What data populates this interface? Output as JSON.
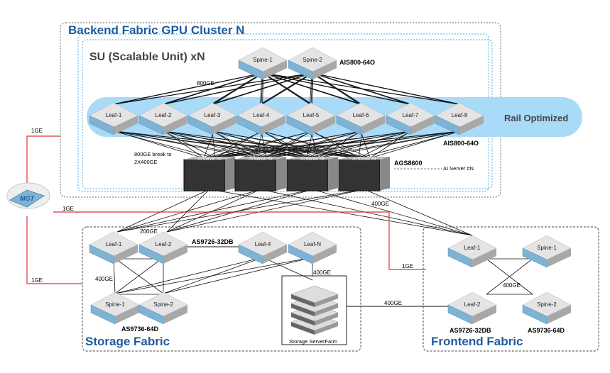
{
  "backend": {
    "title": "Backend Fabric GPU Cluster N",
    "su_title": "SU (Scalable Unit) xN",
    "spines": [
      "Spine-1",
      "Spine-2"
    ],
    "spine_model": "AIS800-64O",
    "spine_link": "800GE",
    "leaves": [
      "Leaf-1",
      "Leaf-2",
      "Leaf-3",
      "Leaf-4",
      "Leaf-5",
      "Leaf-6",
      "Leaf-7",
      "Leaf-8"
    ],
    "leaf_model": "AIS800-64O",
    "rail_label": "Rail Optimized",
    "breakout_line1": "800GE break to",
    "breakout_line2": "2X400GE",
    "servers": [
      "AI Server #1",
      "AI Server #2",
      "AI Server #3",
      "AI Server #4"
    ],
    "server_model": "AGS8600",
    "server_n": "AI Server #N",
    "uplink": "400GE"
  },
  "mgt": {
    "label": "MGT",
    "links": [
      "1GE",
      "1GE",
      "1GE",
      "1GE"
    ]
  },
  "storage": {
    "title": "Storage Fabric",
    "leaves": [
      "Leaf-1",
      "Leaf-2",
      "Leaf-4",
      "Leaf-N"
    ],
    "leaf_model": "AS9726-32DB",
    "spines": [
      "Spine-1",
      "Spine-2"
    ],
    "spine_model": "AS9736-64D",
    "uplink": "200GE",
    "spine_link": "400GE",
    "farm_link": "400GE",
    "farm_label": "Storage ServerFarm"
  },
  "frontend": {
    "title": "Frontend Fabric",
    "leaves": [
      "Leaf-1",
      "Leaf-2"
    ],
    "spines": [
      "Spine-1",
      "Spine-2"
    ],
    "leaf_model": "AS9726-32DB",
    "spine_model": "AS9736-64D",
    "spine_link": "400GE",
    "storage_link": "400GE"
  },
  "colors": {
    "title_blue": "#1f5b9e",
    "rail": "#a9daf7",
    "mgt_line": "#e0323c",
    "su_border": "#4aa8e0"
  }
}
